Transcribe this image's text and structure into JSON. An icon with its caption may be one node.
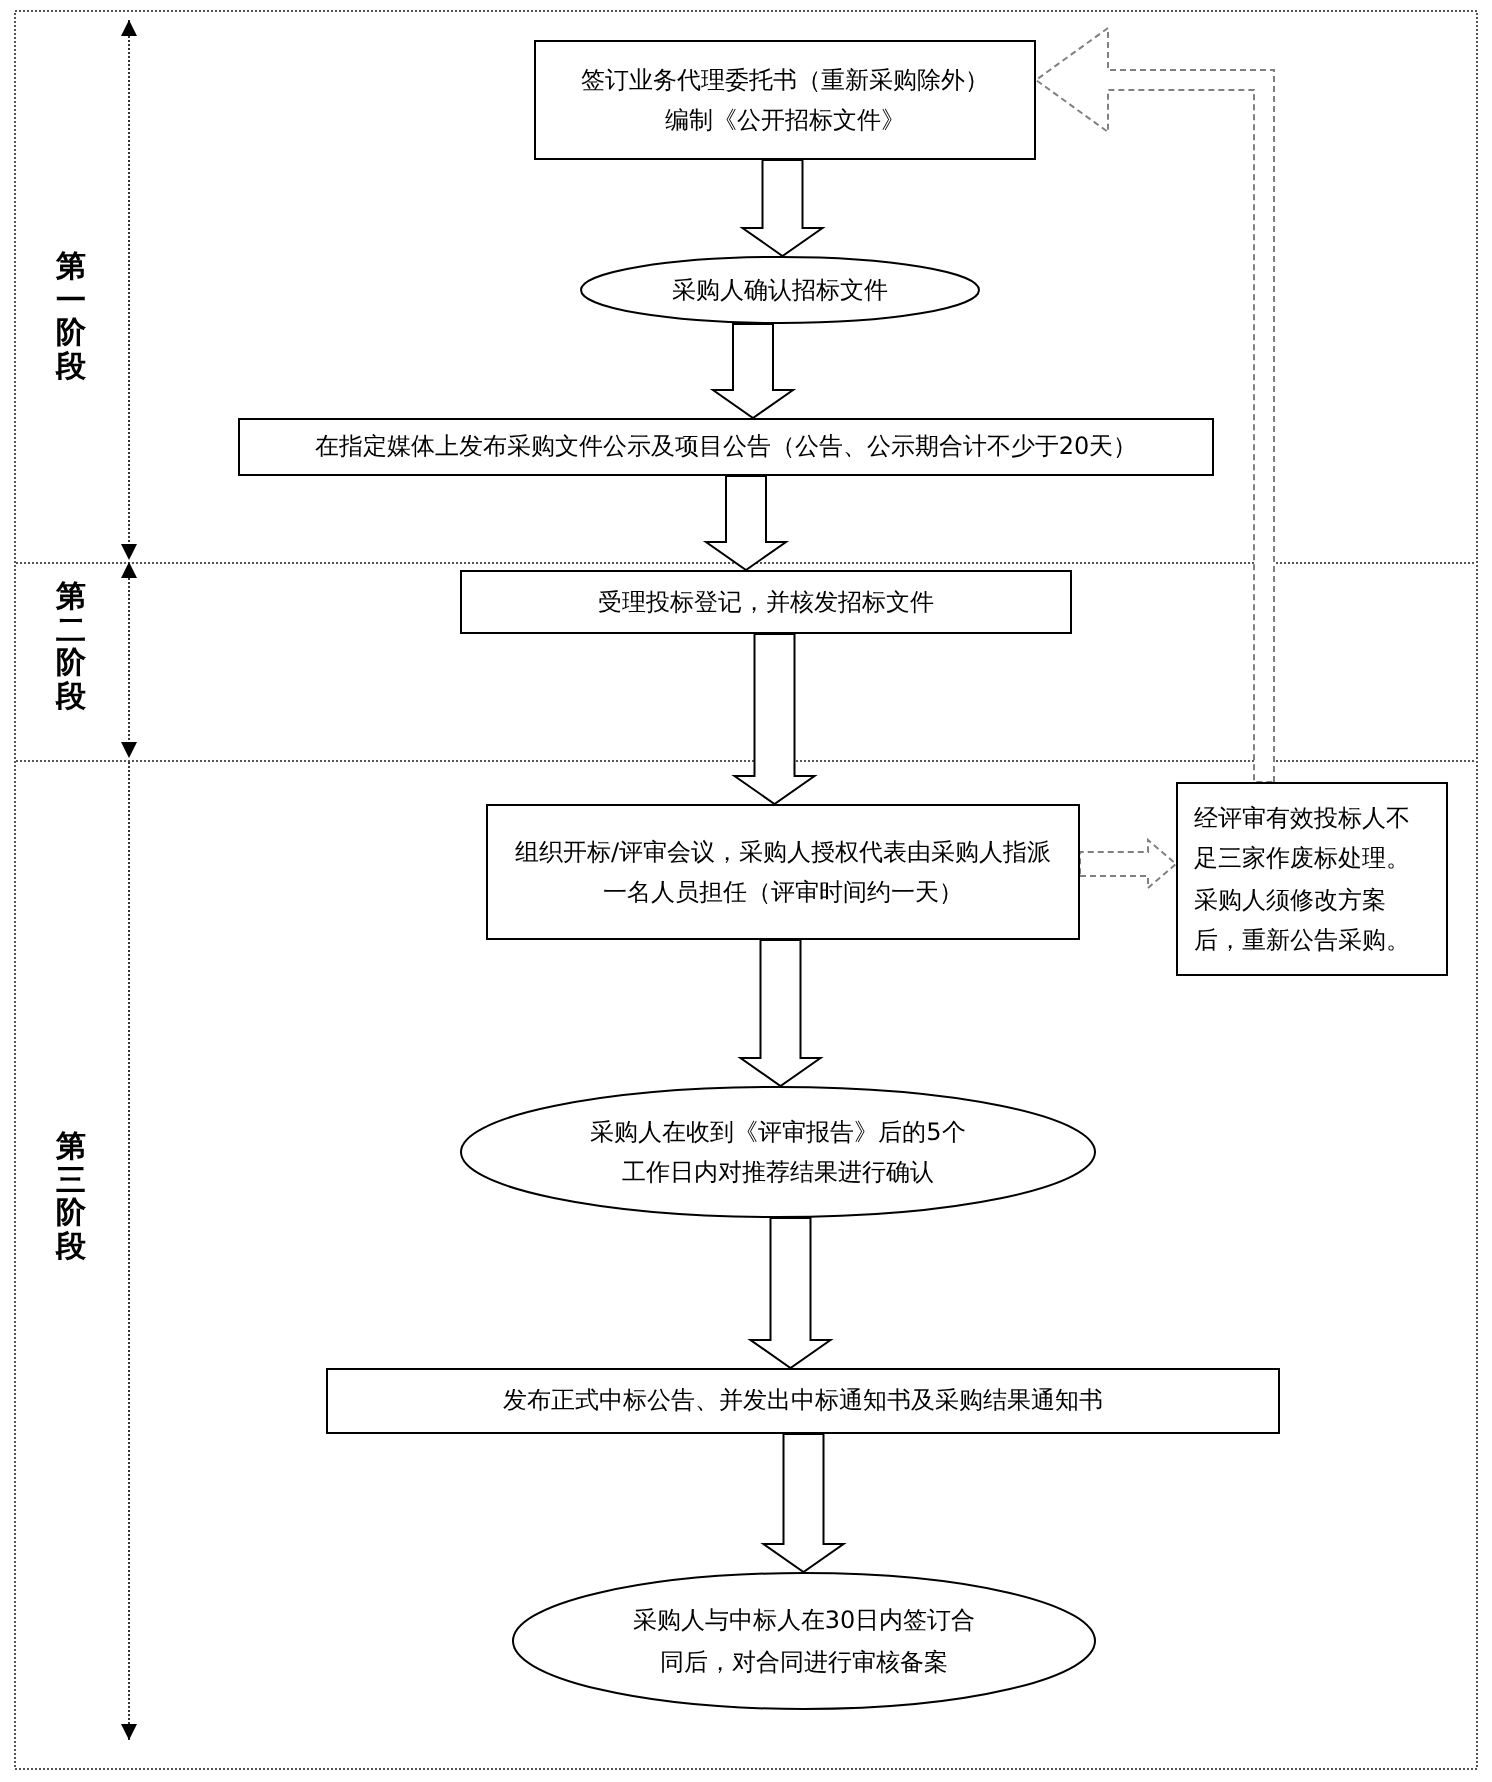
{
  "diagram": {
    "nodes": [
      {
        "text": [
          "签订业务代理委托书（重新采购除外）",
          "编制《公开招标文件》"
        ]
      },
      {
        "text": [
          "采购人确认招标文件"
        ]
      },
      {
        "text": [
          "在指定媒体上发布采购文件公示及项目公告（公告、公示期合计不少于20天）"
        ]
      },
      {
        "text": [
          "受理投标登记，并核发招标文件"
        ]
      },
      {
        "text": [
          "组织开标/评审会议，采购人授权代表由采购人指派一名人员担任（评审时间约一天）"
        ]
      },
      {
        "text": [
          "经评审有效投标人不足三家作废标处理。采购人须修改方案后，重新公告采购。"
        ]
      },
      {
        "text": [
          "采购人在收到《评审报告》后的5个工作日内对推荐结果进行确认"
        ]
      },
      {
        "text": [
          "发布正式中标公告、并发出中标通知书及采购结果通知书"
        ]
      },
      {
        "text": [
          "采购人与中标人在30日内签订合同后，对合同进行审核备案"
        ]
      }
    ],
    "edges": [
      {
        "from": 0,
        "to": 1,
        "arrow": "to"
      },
      {
        "from": 1,
        "to": 2,
        "arrow": "to"
      },
      {
        "from": 2,
        "to": 3,
        "arrow": "to"
      },
      {
        "from": 3,
        "to": 4,
        "arrow": "to"
      },
      {
        "from": 4,
        "to": 5,
        "arrow": "to",
        "style": "dashed",
        "color": "#808080"
      },
      {
        "from": 5,
        "to": 0,
        "arrow": "to",
        "style": "dashed",
        "color": "#808080"
      },
      {
        "from": 4,
        "to": 6,
        "arrow": "to"
      },
      {
        "from": 6,
        "to": 7,
        "arrow": "to"
      },
      {
        "from": 7,
        "to": 8,
        "arrow": "to"
      }
    ],
    "labels": [
      "第一阶段",
      "第二阶段",
      "第三阶段"
    ]
  }
}
